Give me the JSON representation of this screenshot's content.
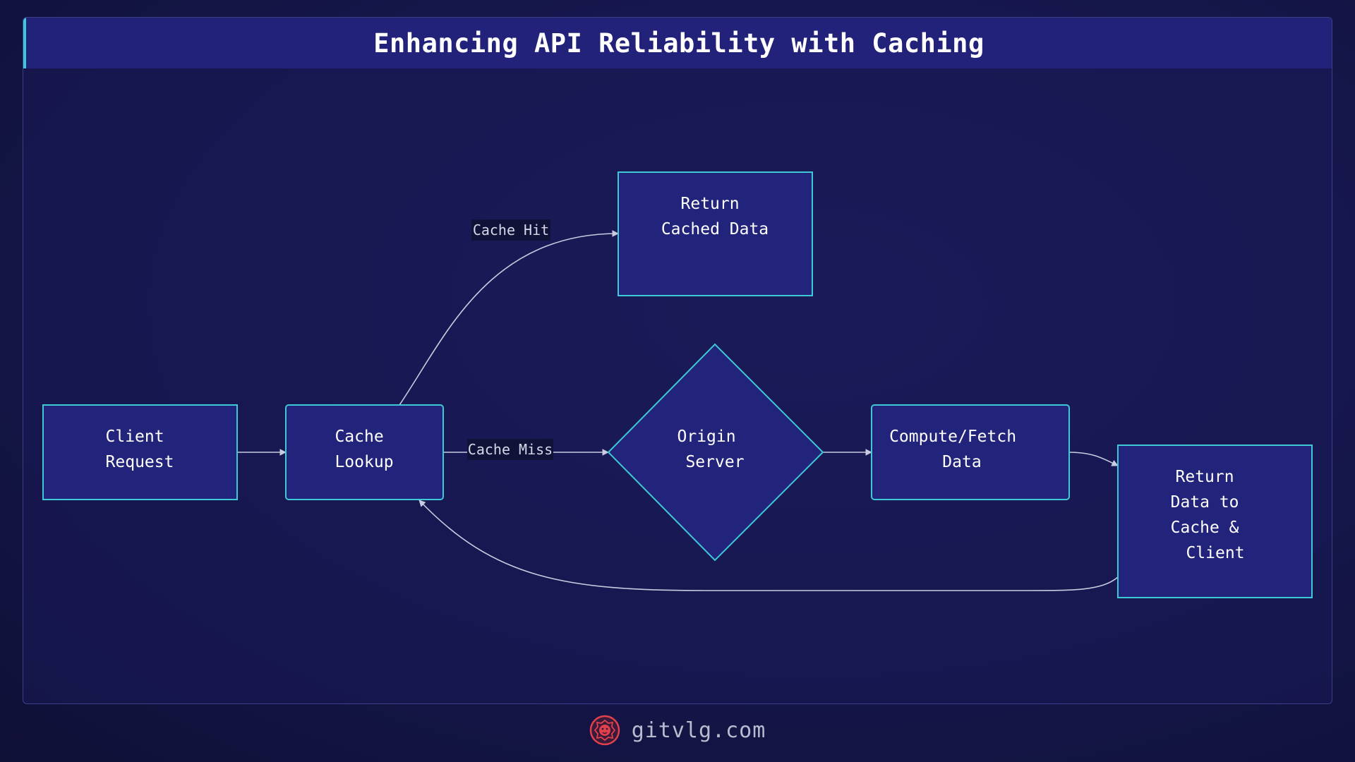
{
  "title": "Enhancing API Reliability with Caching",
  "colors": {
    "node_fill": "#22237a",
    "node_border": "#3ec9d6",
    "edge": "#c9cbe0",
    "title_bar": "#22227a",
    "accent": "#3ec9d6",
    "logo": "#e0414a"
  },
  "nodes": {
    "client_request": [
      "Client",
      "Request"
    ],
    "cache_lookup": [
      "Cache",
      "Lookup"
    ],
    "return_cached": [
      "Return",
      "Cached Data"
    ],
    "origin_server": [
      "Origin",
      "Server"
    ],
    "compute_fetch": [
      "Compute/Fetch",
      "Data"
    ],
    "return_data": [
      "Return",
      "Data to",
      "Cache &",
      "Client"
    ]
  },
  "edge_labels": {
    "cache_hit": "Cache Hit",
    "cache_miss": "Cache Miss"
  },
  "footer": {
    "logo_icon": "lion-logo-icon",
    "text": "gitvlg.com"
  }
}
